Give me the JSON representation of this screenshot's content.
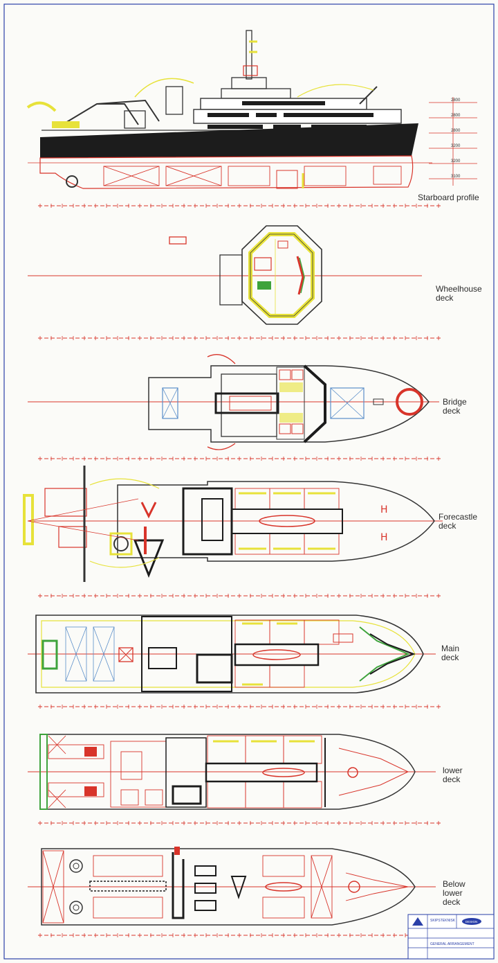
{
  "labels": {
    "starboard": "Starboard profile",
    "wheelhouse": "Wheelhouse\ndeck",
    "bridge": "Bridge\ndeck",
    "forecastle": "Forecastle\ndeck",
    "main": "Main\ndeck",
    "lower": "lower\ndeck",
    "below_lower": "Below\nlower\ndeck"
  },
  "profile_levels": [
    "2800",
    "2800",
    "2800",
    "3200",
    "3200",
    "3100"
  ],
  "title_block": {
    "company": "SKIPSTEKNISK",
    "logo_text": "DESIGN",
    "drawing_title": "GENERAL ARRANGEMENT"
  },
  "colors": {
    "hull_dark": "#1c1c1c",
    "red_line": "#d8342a",
    "yellow": "#e7e23a",
    "green": "#3ea33c",
    "frame": "#2a3fa8"
  }
}
